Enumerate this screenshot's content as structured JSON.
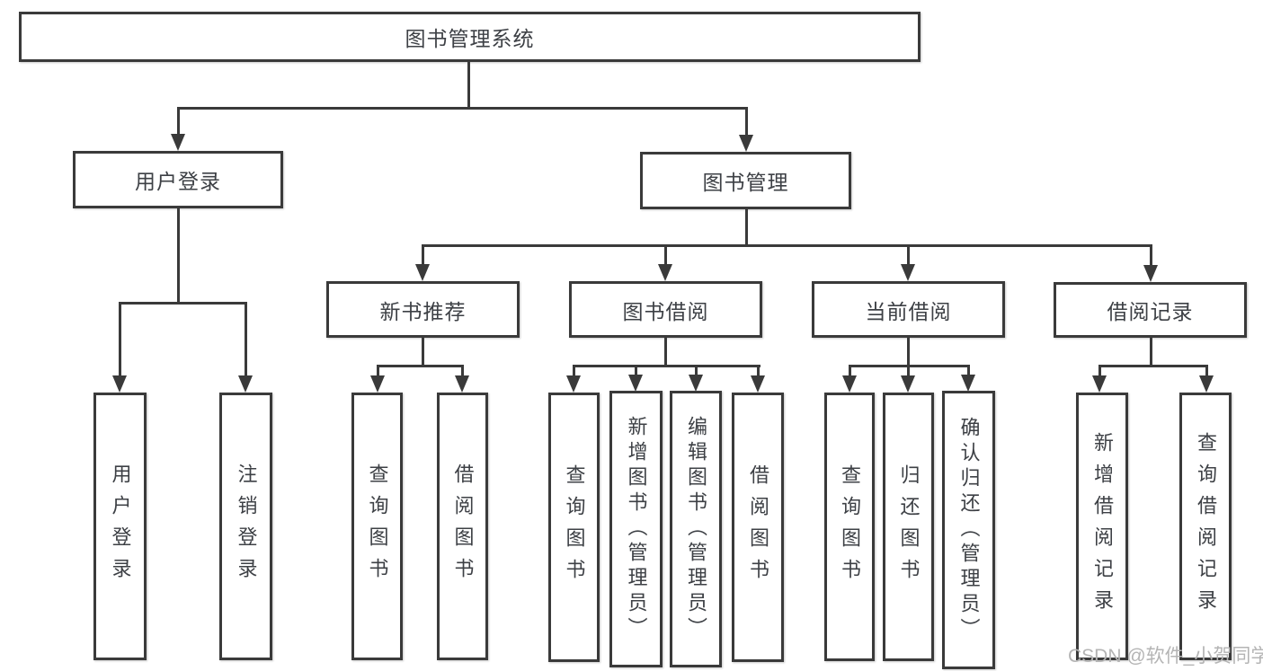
{
  "diagram": {
    "type": "tree",
    "root": "图书管理系统",
    "login": "用户登录",
    "mgmt": "图书管理",
    "login_children": {
      "user": "用户登录",
      "logout": "注销登录"
    },
    "rec": "新书推荐",
    "rec_children": {
      "query": "查询图书",
      "borrow": "借阅图书"
    },
    "borrow": "图书借阅",
    "borrow_children": {
      "query": "查询图书",
      "add": "新增图书（管理员）",
      "edit": "编辑图书（管理员）",
      "borrow": "借阅图书"
    },
    "current": "当前借阅",
    "current_children": {
      "query": "查询图书",
      "return": "归还图书",
      "confirm": "确认归还（管理员）"
    },
    "record": "借阅记录",
    "record_children": {
      "add": "新增借阅记录",
      "query": "查询借阅记录"
    }
  },
  "watermark": "CSDN @软件_小贺同学",
  "colors": {
    "line": "#3a3a3a",
    "text": "#3d4045",
    "watermark": "#b4b4b4",
    "background": "#ffffff"
  }
}
